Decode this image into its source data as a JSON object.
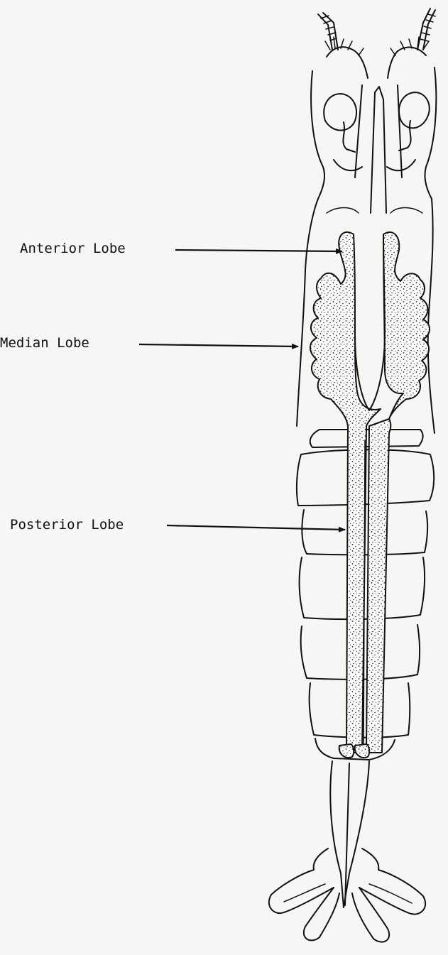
{
  "labels": {
    "anterior": "Anterior Lobe",
    "median": "Median Lobe",
    "posterior": "Posterior Lobe"
  },
  "colors": {
    "ink": "#111111",
    "paper": "#f6f6f4"
  }
}
